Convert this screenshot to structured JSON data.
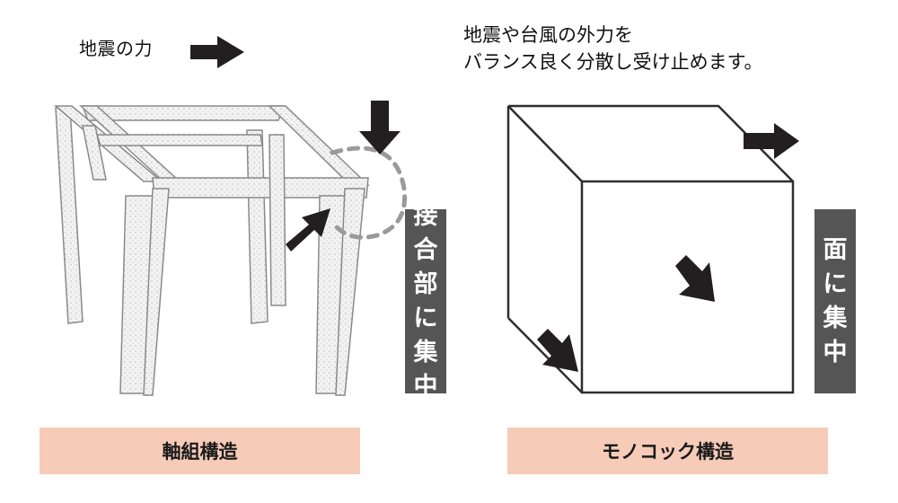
{
  "left_panel": {
    "force_label": "地震の力",
    "vertical_label": [
      "接",
      "合",
      "部",
      "に",
      "集",
      "中"
    ],
    "caption": "軸組構造"
  },
  "right_panel": {
    "description_lines": [
      "地震や台風の外力を",
      "バランス良く分散し受け止めます。"
    ],
    "vertical_label": [
      "面",
      "に",
      "集",
      "中"
    ],
    "caption": "モノコック構造"
  },
  "colors": {
    "arrow": "#231f20",
    "vertical_box": "#555555",
    "caption_bar": "#f6cbb8",
    "frame_line": "#8a8a8a"
  },
  "icons": {
    "force_arrow": "right-arrow-icon",
    "down_arrow": "down-arrow-icon",
    "diagonal_arrow": "diagonal-arrow-icon"
  }
}
